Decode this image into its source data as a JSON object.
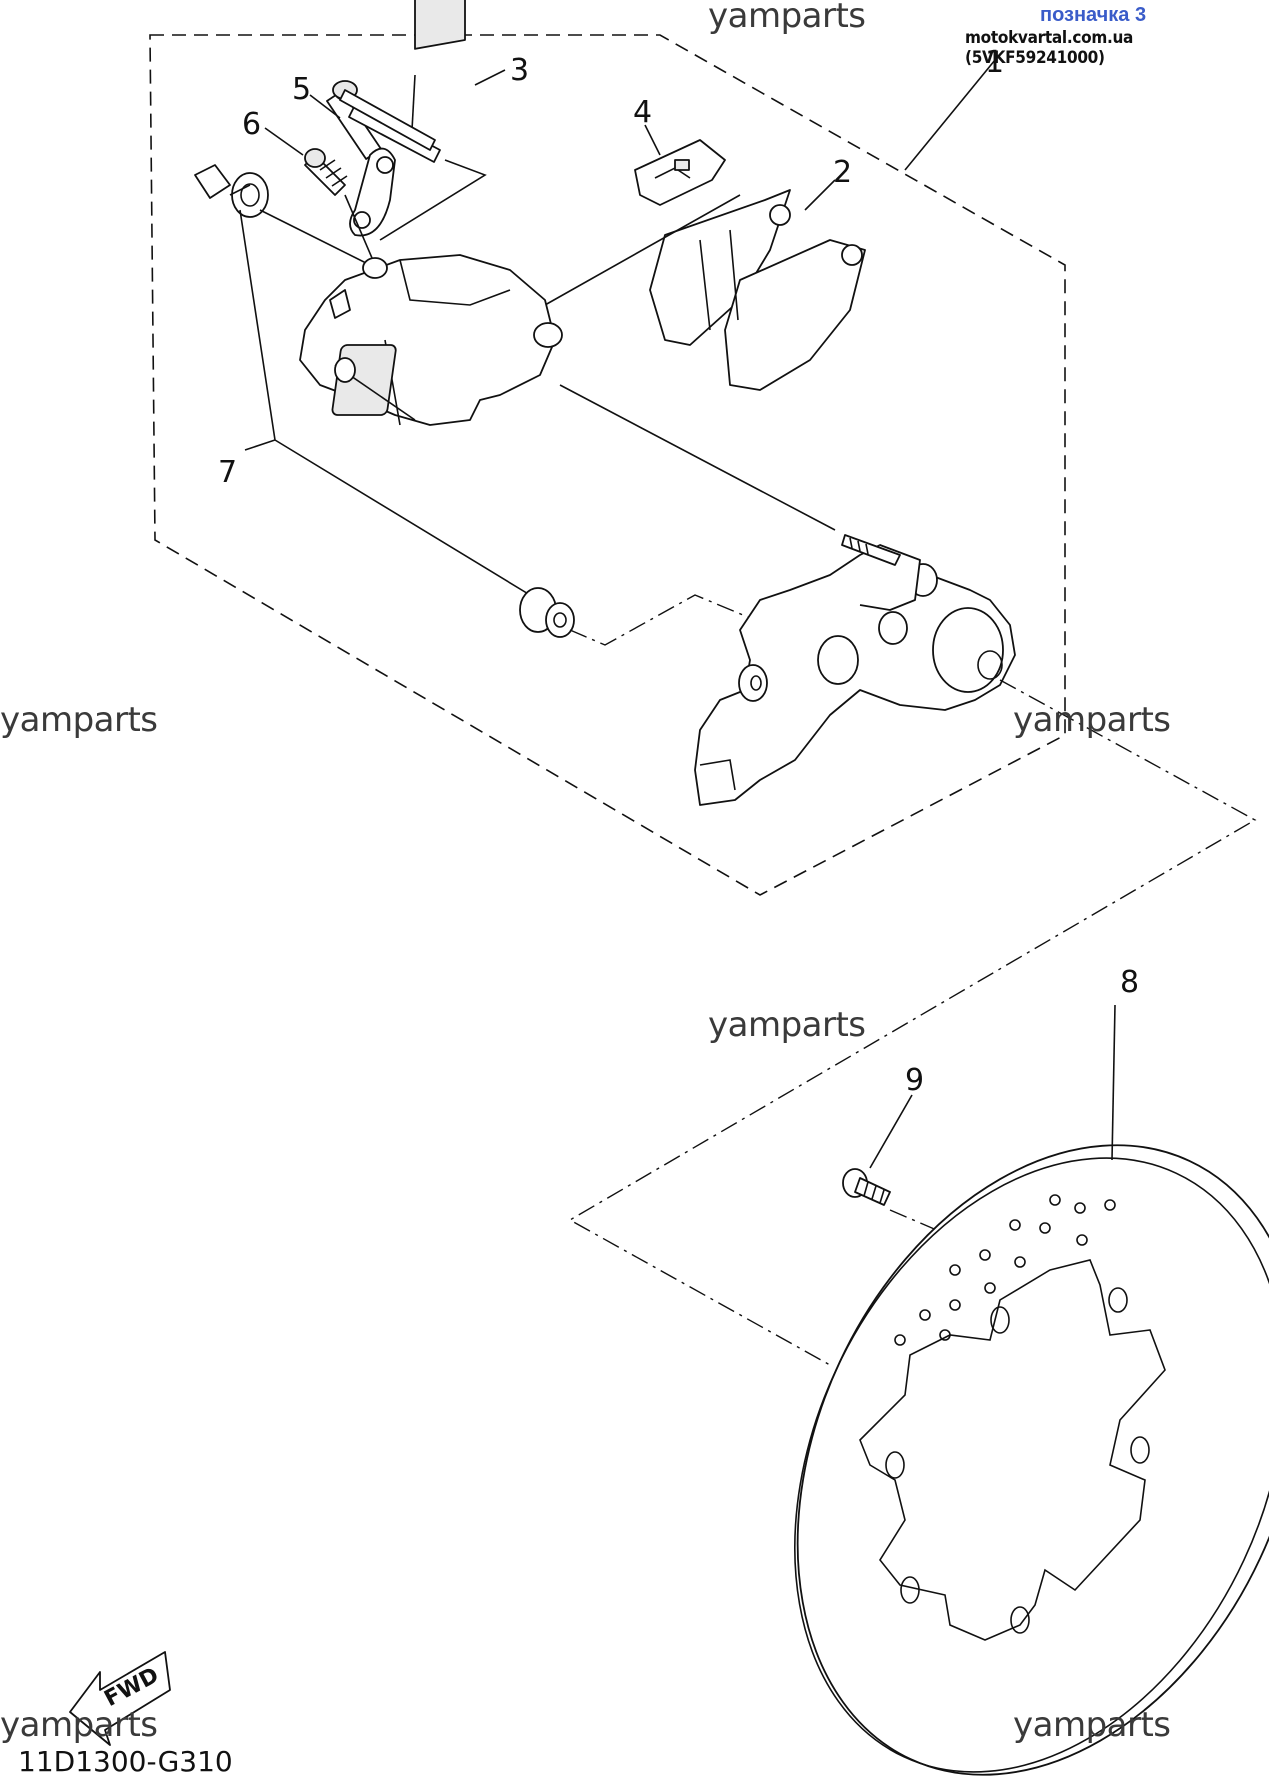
{
  "header": {
    "tag": "позначка 3",
    "site": "motokvartal.com.ua (5VKF59241000)"
  },
  "watermarks": [
    "yamparts",
    "yamparts",
    "yamparts",
    "yamparts",
    "yamparts",
    "yamparts"
  ],
  "callouts": [
    "1",
    "2",
    "3",
    "4",
    "5",
    "6",
    "7",
    "8",
    "9"
  ],
  "fwd_label": "FWD",
  "diagram_code": "11D1300-G310"
}
